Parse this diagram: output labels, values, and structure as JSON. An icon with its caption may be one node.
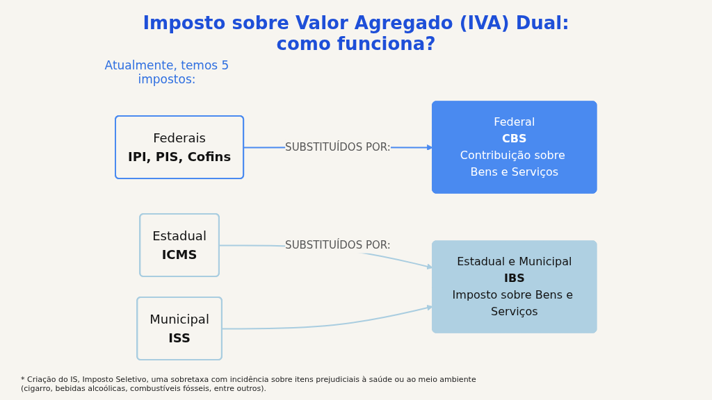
{
  "diagram": {
    "title": "Imposto sobre Valor Agregado (IVA) Dual: como funciona?",
    "nodes": [
      {
        "text": [
          "Federais",
          "IPI, PIS, Cofins"
        ]
      },
      {
        "text": [
          "Estadual",
          "ICMS"
        ]
      },
      {
        "text": [
          "Municipal",
          "ISS"
        ]
      },
      {
        "text": [
          "Federal",
          "CBS",
          "Contribuição sobre Bens e Serviços"
        ]
      },
      {
        "text": [
          "Estadual e Municipal",
          "IBS",
          "Imposto sobre Bens e Serviços"
        ]
      }
    ],
    "edges": [
      {
        "from": 0,
        "to": 3,
        "arrow": "to",
        "label": "SUBSTITUÍDOS POR:",
        "color": "#4a8af0"
      },
      {
        "from": 1,
        "to": 4,
        "arrow": "to",
        "label": "SUBSTITUÍDOS POR:"
      },
      {
        "from": 2,
        "to": 4,
        "arrow": "to"
      }
    ],
    "labels": [
      "Atualmente, temos 5 impostos:",
      "* Criação do IS, Imposto Seletivo, uma sobretaxa com incidência sobre itens prejudiciais à saúde ou ao meio ambiente (cigarro, bebidas alcoólicas, combustíveis fósseis, entre outros)."
    ]
  }
}
